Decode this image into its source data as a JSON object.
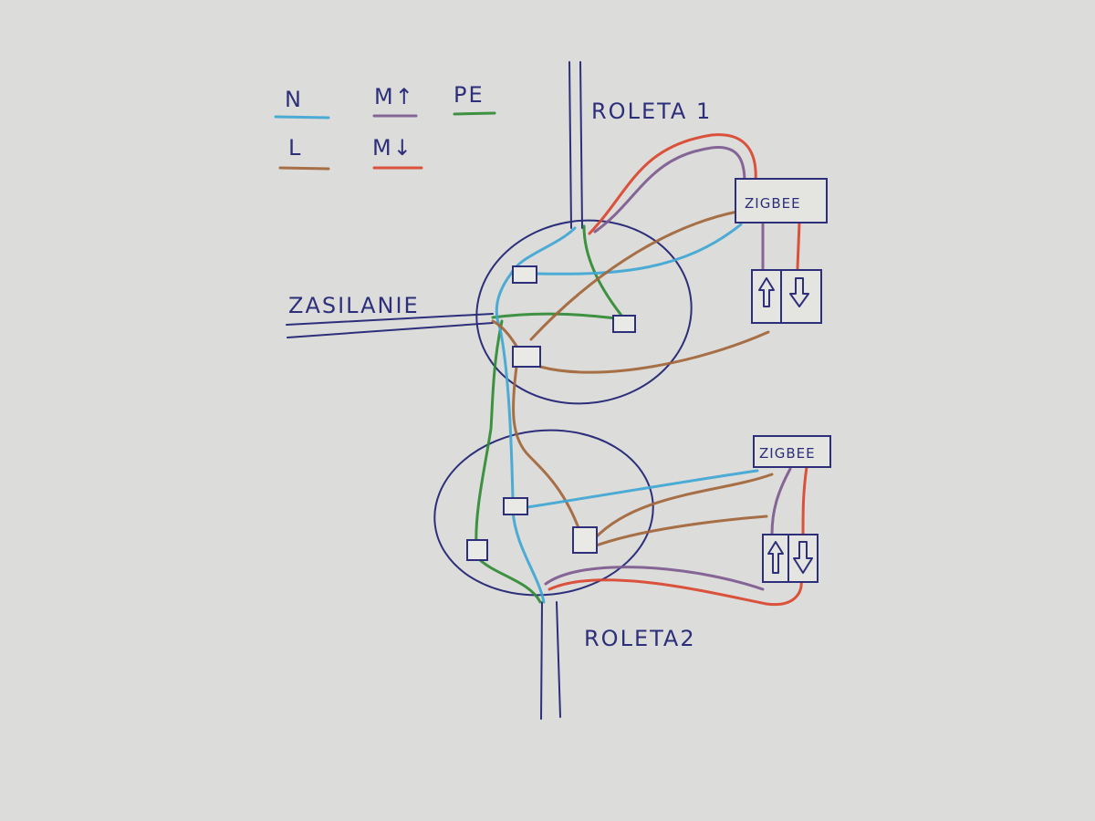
{
  "legend": {
    "n_label": "N",
    "m_up_label": "M↑",
    "pe_label": "PE",
    "l_label": "L",
    "m_down_label": "M↓"
  },
  "labels": {
    "roleta1": "ROLETA 1",
    "roleta2": "ROLETA2",
    "zasilanie": "ZASILANIE",
    "zigbee1": "ZIGBEE",
    "zigbee2": "ZIGBEE"
  },
  "colors": {
    "paper": "#dcdcda",
    "pen": "#2d2f7a",
    "n_blue": "#3ea6d4",
    "l_brown": "#a2653a",
    "pe_green": "#2f8a34",
    "m_up_purple": "#7d5a8f",
    "m_down_red": "#d9452e"
  },
  "icons": {
    "switch_up": "arrow-up-icon",
    "switch_down": "arrow-down-icon"
  }
}
